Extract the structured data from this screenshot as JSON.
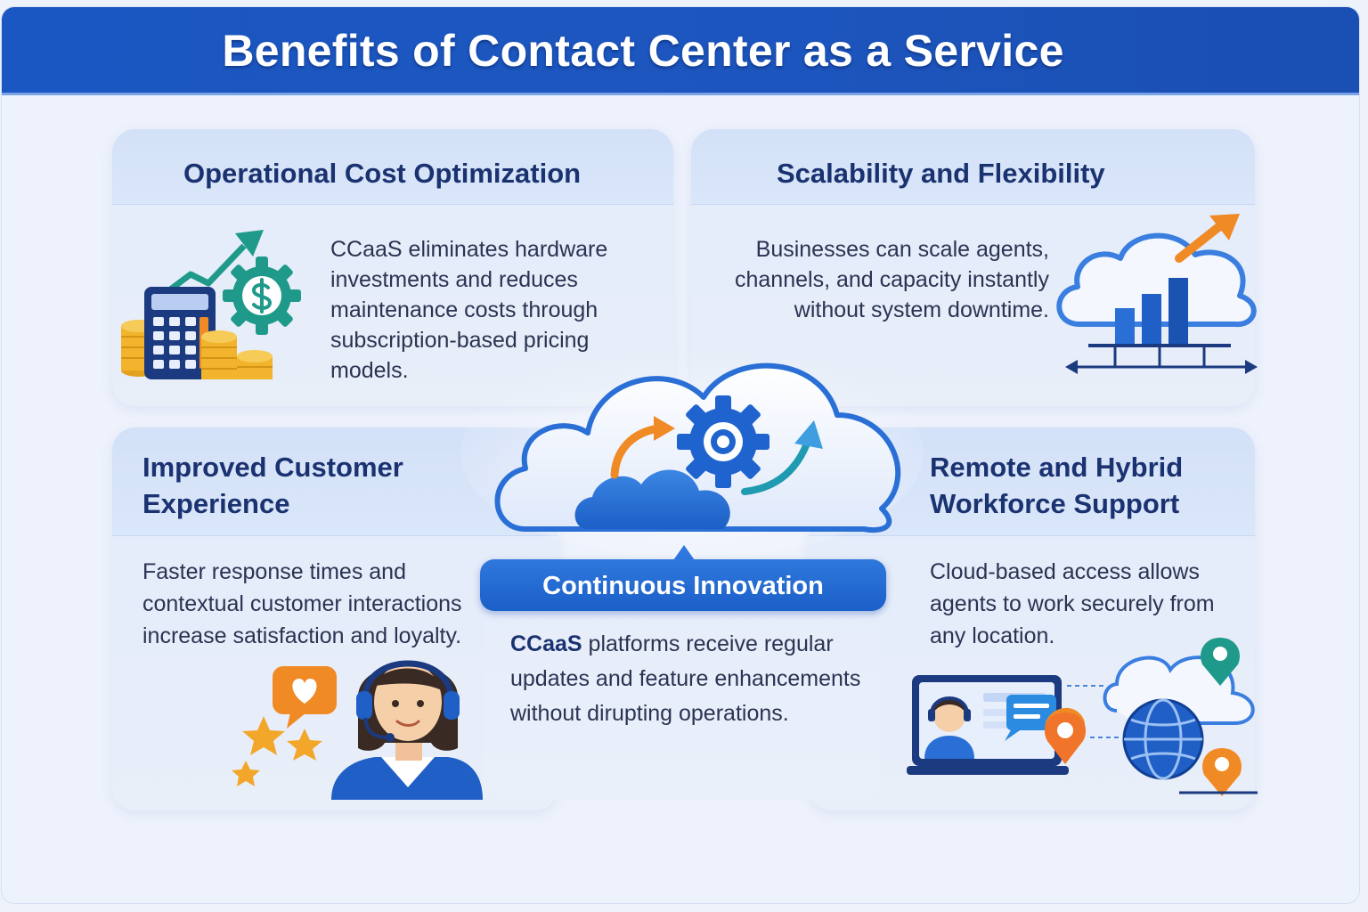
{
  "header": {
    "title": "Benefits of Contact Center as a Service"
  },
  "panels": {
    "cost": {
      "title": "Operational Cost Optimization",
      "body": "CCaaS eliminates hardware investments and reduces maintenance costs through subscription-based pricing models."
    },
    "scale": {
      "title": "Scalability and Flexibility",
      "body": "Businesses can scale agents, channels, and capacity instantly without system downtime."
    },
    "experience": {
      "title_line1": "Improved Customer",
      "title_line2": "Experience",
      "body": "Faster response times and contextual customer interactions increase satisfaction and loyalty."
    },
    "remote": {
      "title_line1": "Remote and Hybrid",
      "title_line2": "Workforce Support",
      "body": "Cloud-based access allows agents to work securely from any location."
    }
  },
  "center": {
    "label": "Continuous Innovation",
    "body_bold": "CCaaS",
    "body_rest": " platforms receive regular updates and feature enhancements without dirupting operations."
  },
  "icons": {
    "cost": [
      "calculator-icon",
      "coins-icon",
      "dollar-gear-icon",
      "growth-arrow-icon"
    ],
    "scale": [
      "cloud-icon",
      "bar-chart-icon",
      "growth-arrow-icon",
      "expand-arrows-icon"
    ],
    "center": [
      "cloud-icon",
      "gear-icon",
      "cycle-arrows-icon"
    ],
    "experience": [
      "agent-headset-avatar",
      "heart-chat-icon",
      "star-icon"
    ],
    "remote": [
      "laptop-agent-icon",
      "chat-bubble-icon",
      "globe-icon",
      "location-pin-icon",
      "cloud-icon"
    ]
  },
  "colors": {
    "header": "#1b57c2",
    "title": "#1a3270",
    "accent_blue": "#1f63cf",
    "accent_orange": "#f08a25",
    "accent_teal": "#1f9a8a",
    "coin_gold": "#f2b42c"
  }
}
